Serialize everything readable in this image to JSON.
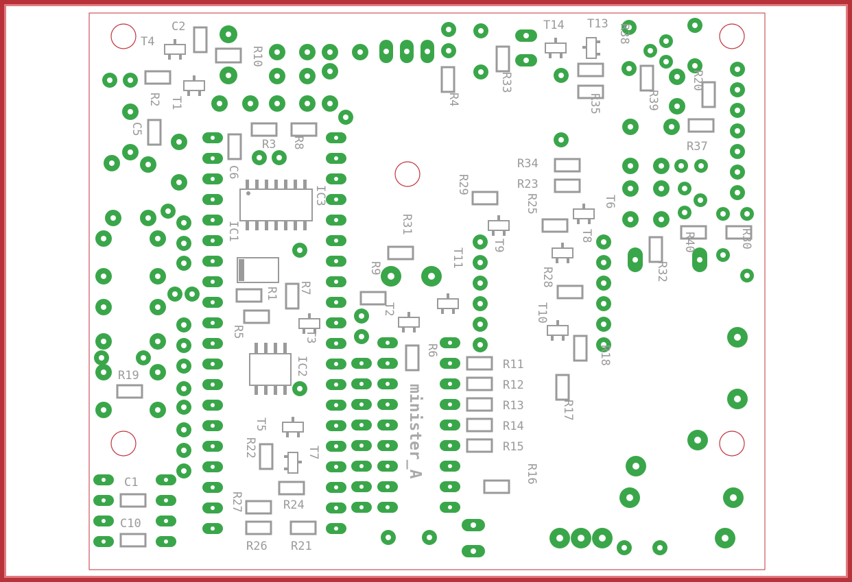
{
  "board": {
    "name": "minister_A",
    "colors": {
      "pad": "#3aa64a",
      "silkscreen": "#9a9a9a",
      "outline": "#b8323a",
      "mounting_hole": "#c0323a"
    }
  },
  "labels": {
    "C1": "C1",
    "C2": "C2",
    "C5": "C5",
    "C6": "C6",
    "C10": "C10",
    "IC1": "IC1",
    "IC2": "IC2",
    "IC3": "IC3",
    "R1": "R1",
    "R2": "R2",
    "R3": "R3",
    "R4": "R4",
    "R5": "R5",
    "R6": "R6",
    "R7": "R7",
    "R8": "R8",
    "R9": "R9",
    "R10": "R10",
    "R11": "R11",
    "R12": "R12",
    "R13": "R13",
    "R14": "R14",
    "R15": "R15",
    "R16": "R16",
    "R17": "R17",
    "R18": "R18",
    "R19": "R19",
    "R20": "R20",
    "R21": "R21",
    "R22": "R22",
    "R23": "R23",
    "R24": "R24",
    "R25": "R25",
    "R26": "R26",
    "R27": "R27",
    "R28": "R28",
    "R29": "R29",
    "R30": "R30",
    "R31": "R31",
    "R32": "R32",
    "R33": "R33",
    "R34": "R34",
    "R35": "R35",
    "R37": "R37",
    "R38": "R38",
    "R39": "R39",
    "R40": "R40",
    "T1": "T1",
    "T2": "T2",
    "T3": "T3",
    "T4": "T4",
    "T5": "T5",
    "T6": "T6",
    "T7": "T7",
    "T8": "T8",
    "T9": "T9",
    "T10": "T10",
    "T11": "T11",
    "T13": "T13",
    "T14": "T14"
  }
}
